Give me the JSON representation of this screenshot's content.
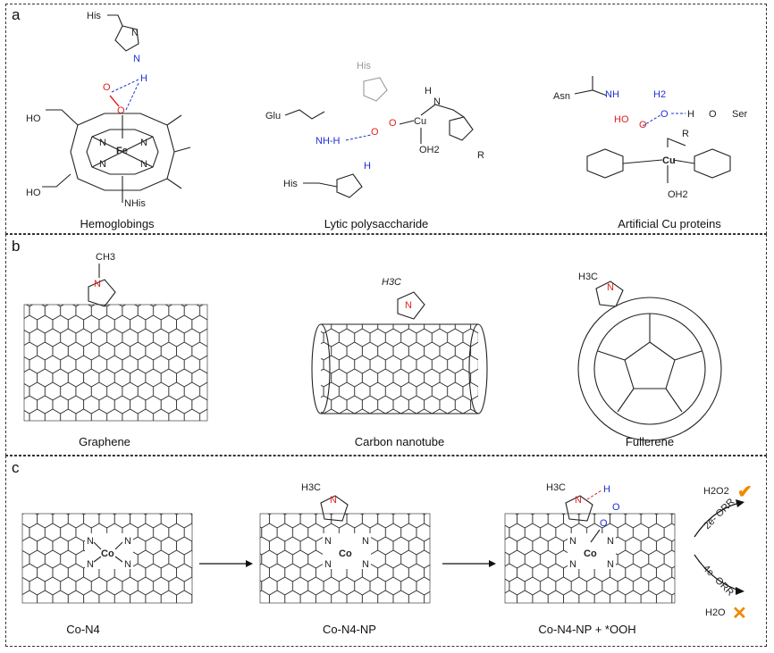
{
  "panels": {
    "a": {
      "label": "a",
      "captions": [
        "Hemoglobings",
        "Lytic polysaccharide",
        "Artificial Cu proteins"
      ]
    },
    "b": {
      "label": "b",
      "captions": [
        "Graphene",
        "Carbon nanotube",
        "Fullerene"
      ]
    },
    "c": {
      "label": "c",
      "captions": [
        "Co-N4",
        "Co-N4-NP",
        "Co-N4-NP + *OOH"
      ],
      "products": {
        "h2o2": "H2O2",
        "h2o": "H2O",
        "two_e": "2e- ORR",
        "four_e": "4e- ORR"
      }
    }
  },
  "atoms": {
    "his": "His",
    "glu": "Glu",
    "asn": "Asn",
    "ser": "Ser",
    "fe": "Fe",
    "cu": "Cu",
    "co": "Co",
    "n": "N",
    "nh": "NH",
    "nhh": "NH-H",
    "o": "O",
    "h": "H",
    "oh2": "OH2",
    "r": "R",
    "ho": "HO",
    "h2": "H2",
    "ch3": "CH3",
    "h3c": "H3C",
    "nhis": "NHis"
  },
  "colors": {
    "red": "#e0201b",
    "blue": "#1e2fd6",
    "gray": "#999999",
    "orange": "#f08a00"
  }
}
